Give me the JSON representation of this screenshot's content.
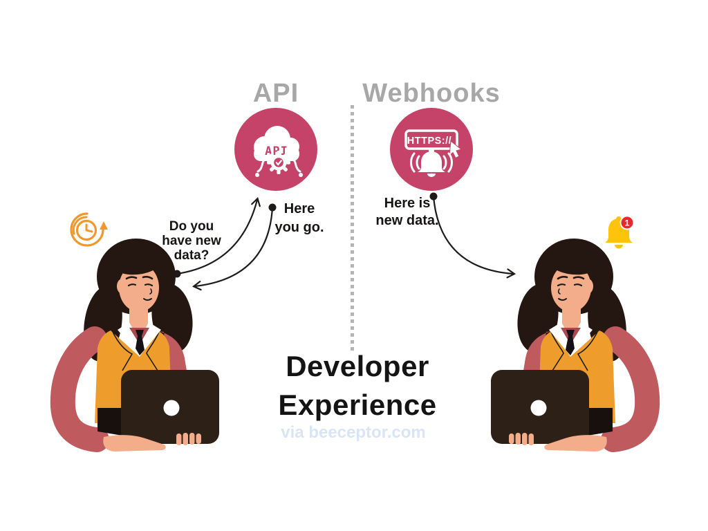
{
  "header": {
    "left_title": "API",
    "right_title": "Webhooks"
  },
  "api_flow": {
    "cloud_label": "API",
    "question_lines": [
      "Do you",
      "have new",
      "data?"
    ],
    "answer_lines": [
      "Here",
      "you go."
    ]
  },
  "webhook_flow": {
    "button_label": "HTTPS://",
    "message_lines": [
      "Here is",
      "new data."
    ],
    "notification_count": "1"
  },
  "footer": {
    "title_line1": "Developer",
    "title_line2": "Experience",
    "attribution": "via beeceptor.com"
  },
  "colors": {
    "accent_pink": "#C54269",
    "title_gray": "#A7A7A7",
    "icon_orange": "#F0982F",
    "bell_yellow": "#FFC20D",
    "badge_red": "#E8272E",
    "attribution_blue": "#D9E5F6",
    "hair_brown": "#241711",
    "skin": "#F4AD8A",
    "vest_orange": "#EE9D2D",
    "sleeve_rose": "#BF5A5E",
    "laptop_brown": "#2D2016"
  }
}
